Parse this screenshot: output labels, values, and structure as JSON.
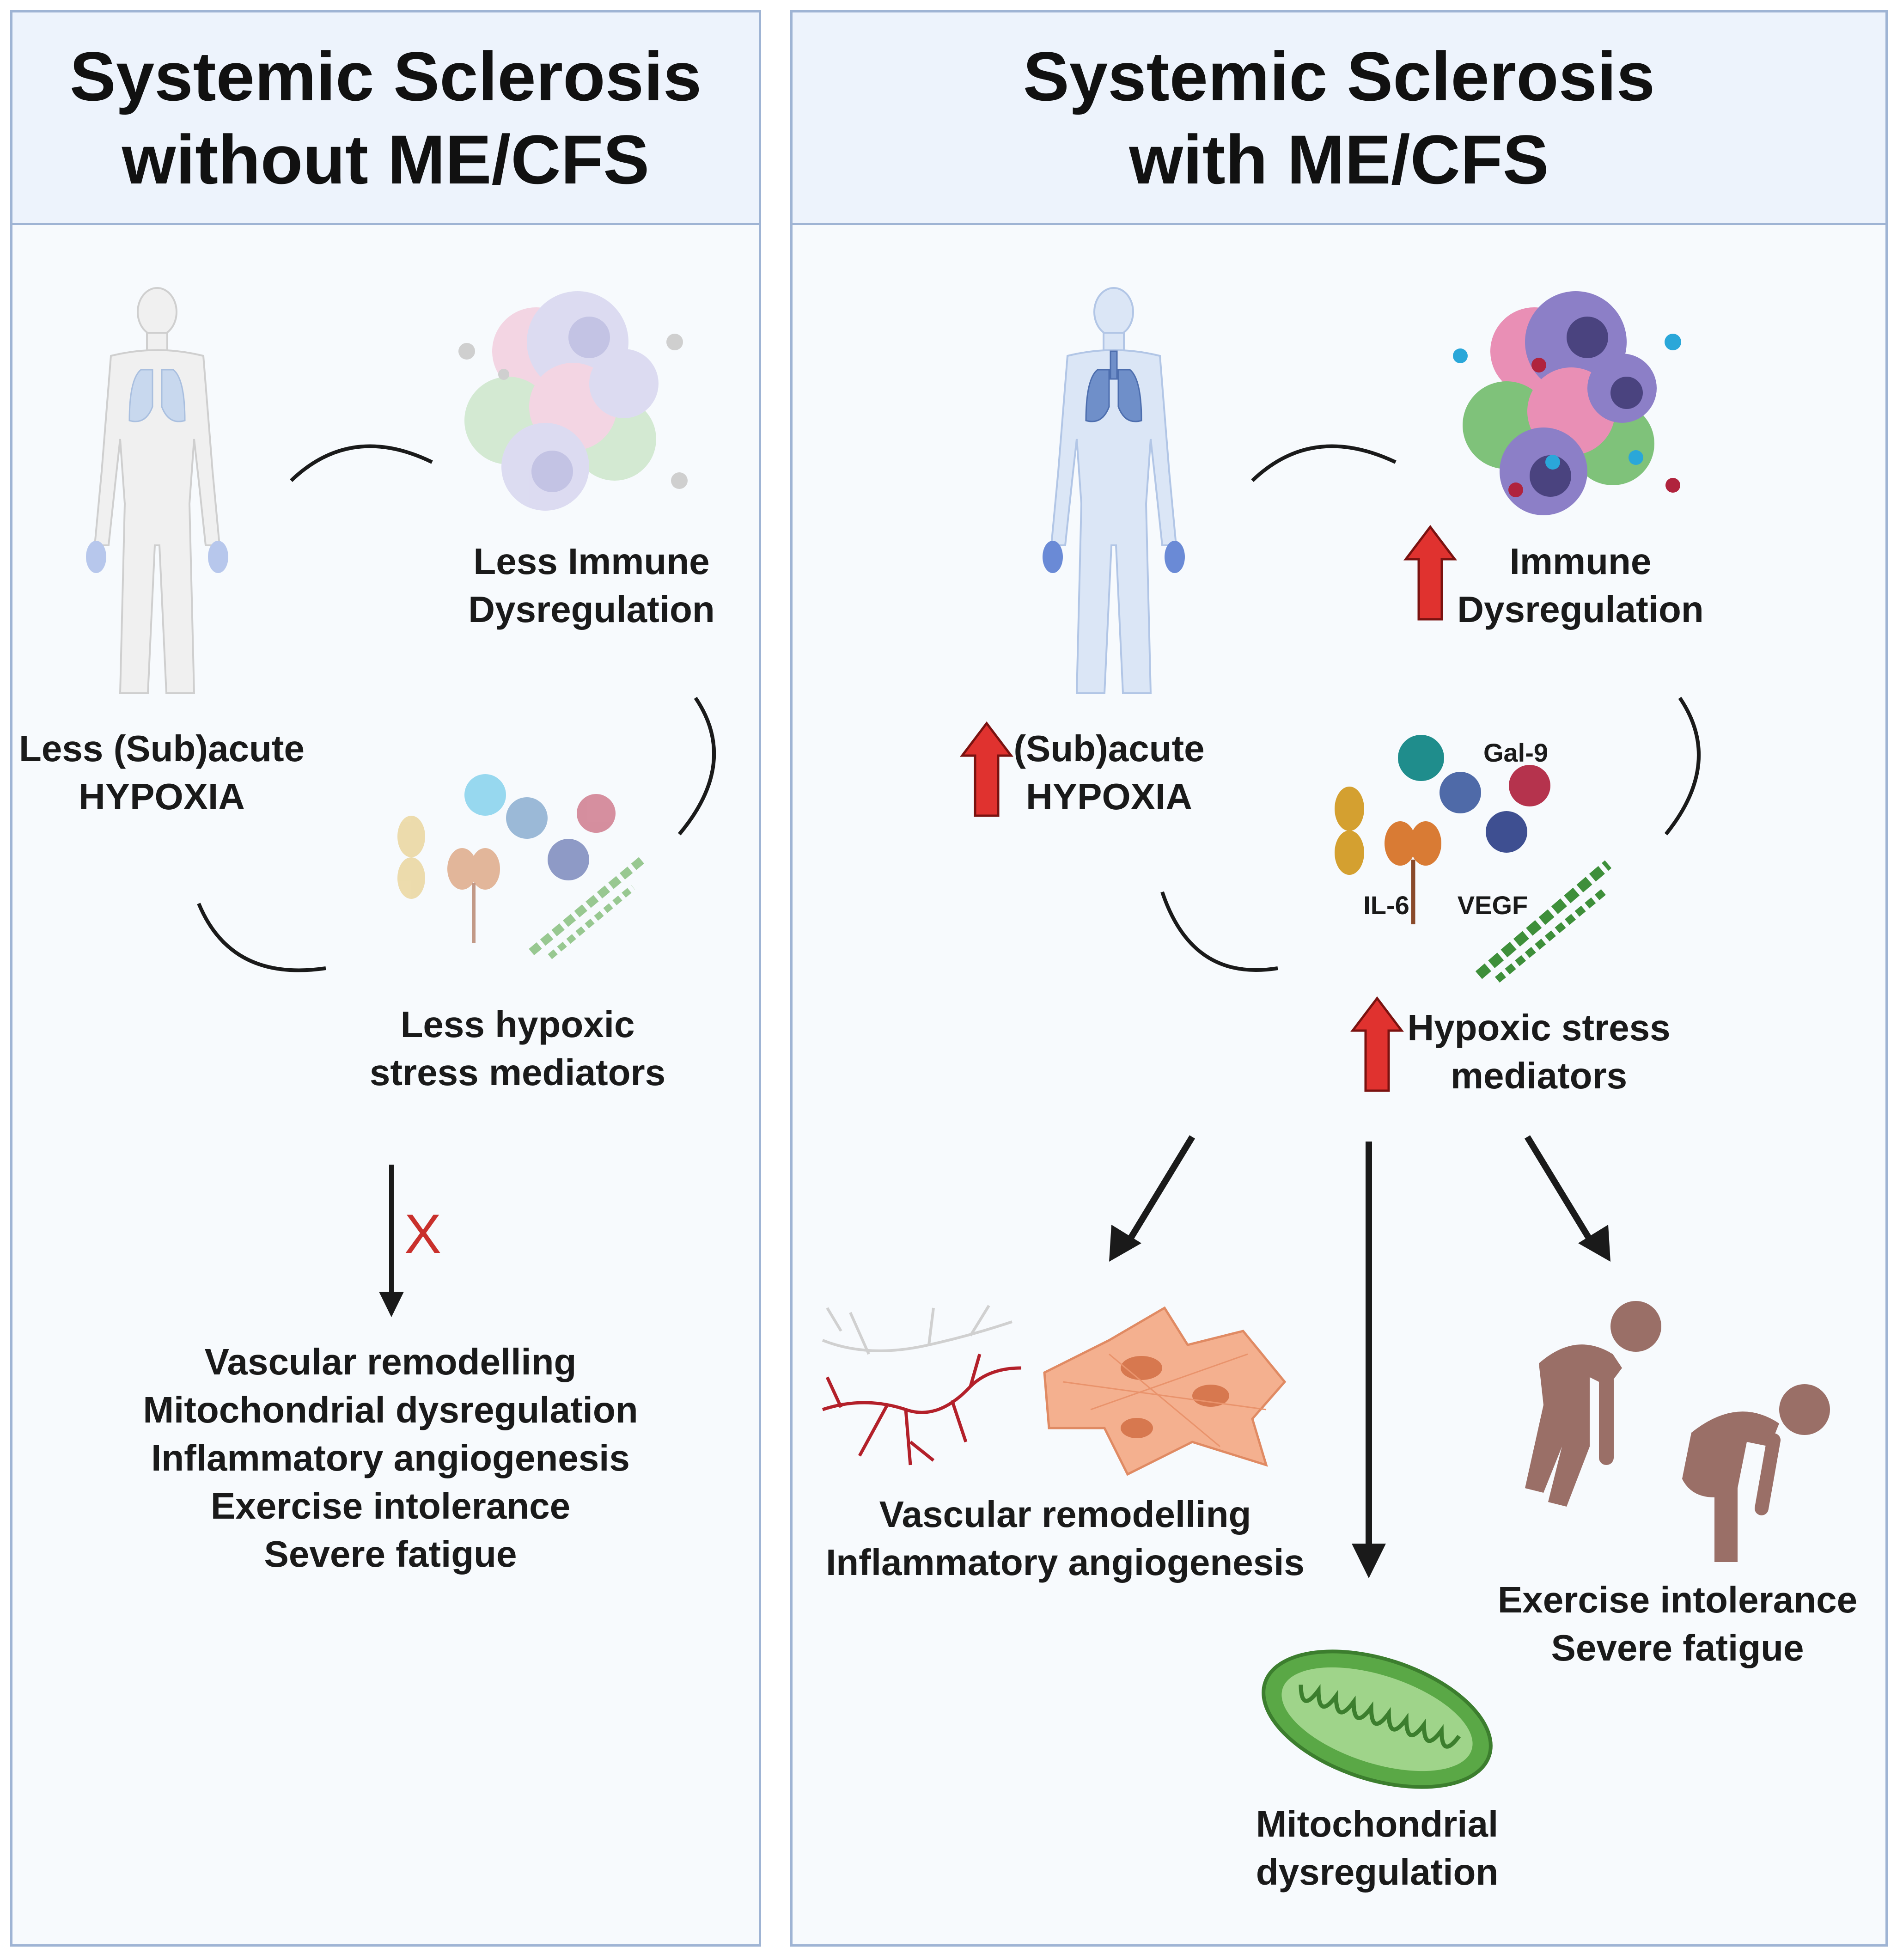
{
  "left_panel": {
    "title_lines": [
      "Systemic Sclerosis",
      "without ME/CFS"
    ],
    "hypoxia_lines": [
      "Less (Sub)acute",
      "HYPOXIA"
    ],
    "immune_lines": [
      "Less Immune",
      "Dysregulation"
    ],
    "mediators_lines": [
      "Less hypoxic",
      "stress mediators"
    ],
    "blocked_marker": "X",
    "outcomes": [
      "Vascular remodelling",
      "Mitochondrial dysregulation",
      "Inflammatory angiogenesis",
      "Exercise intolerance",
      "Severe fatigue"
    ]
  },
  "right_panel": {
    "title_lines": [
      "Systemic Sclerosis",
      "with ME/CFS"
    ],
    "hypoxia_lines": [
      "(Sub)acute",
      "HYPOXIA"
    ],
    "immune_lines": [
      "Immune",
      "Dysregulation"
    ],
    "mediators_lines": [
      "Hypoxic stress",
      "mediators"
    ],
    "mediator_labels": {
      "gal9": "Gal-9",
      "il6": "IL-6",
      "vegf": "VEGF"
    },
    "vascular_lines": [
      "Vascular remodelling",
      "Inflammatory angiogenesis"
    ],
    "mito_lines": [
      "Mitochondrial",
      "dysregulation"
    ],
    "fatigue_lines": [
      "Exercise intolerance",
      "Severe fatigue"
    ]
  },
  "colors": {
    "panel_border": "#9fb4d4",
    "header_fill": "#edf3fc",
    "increase_arrow": "#e0322f",
    "blocked_marker": "#c9302c",
    "person_brown": "#9a6f67",
    "mitochondria_green": "#4e9a3a",
    "vessel_red": "#b3202a",
    "fibroblast_orange": "#f2a27e"
  },
  "icons": [
    "human-body-icon",
    "immune-cells-icon",
    "cytokines-icon",
    "up-arrow-icon",
    "blood-vessel-icon",
    "fibroblast-icon",
    "mitochondrion-icon",
    "fatigued-person-icon"
  ]
}
